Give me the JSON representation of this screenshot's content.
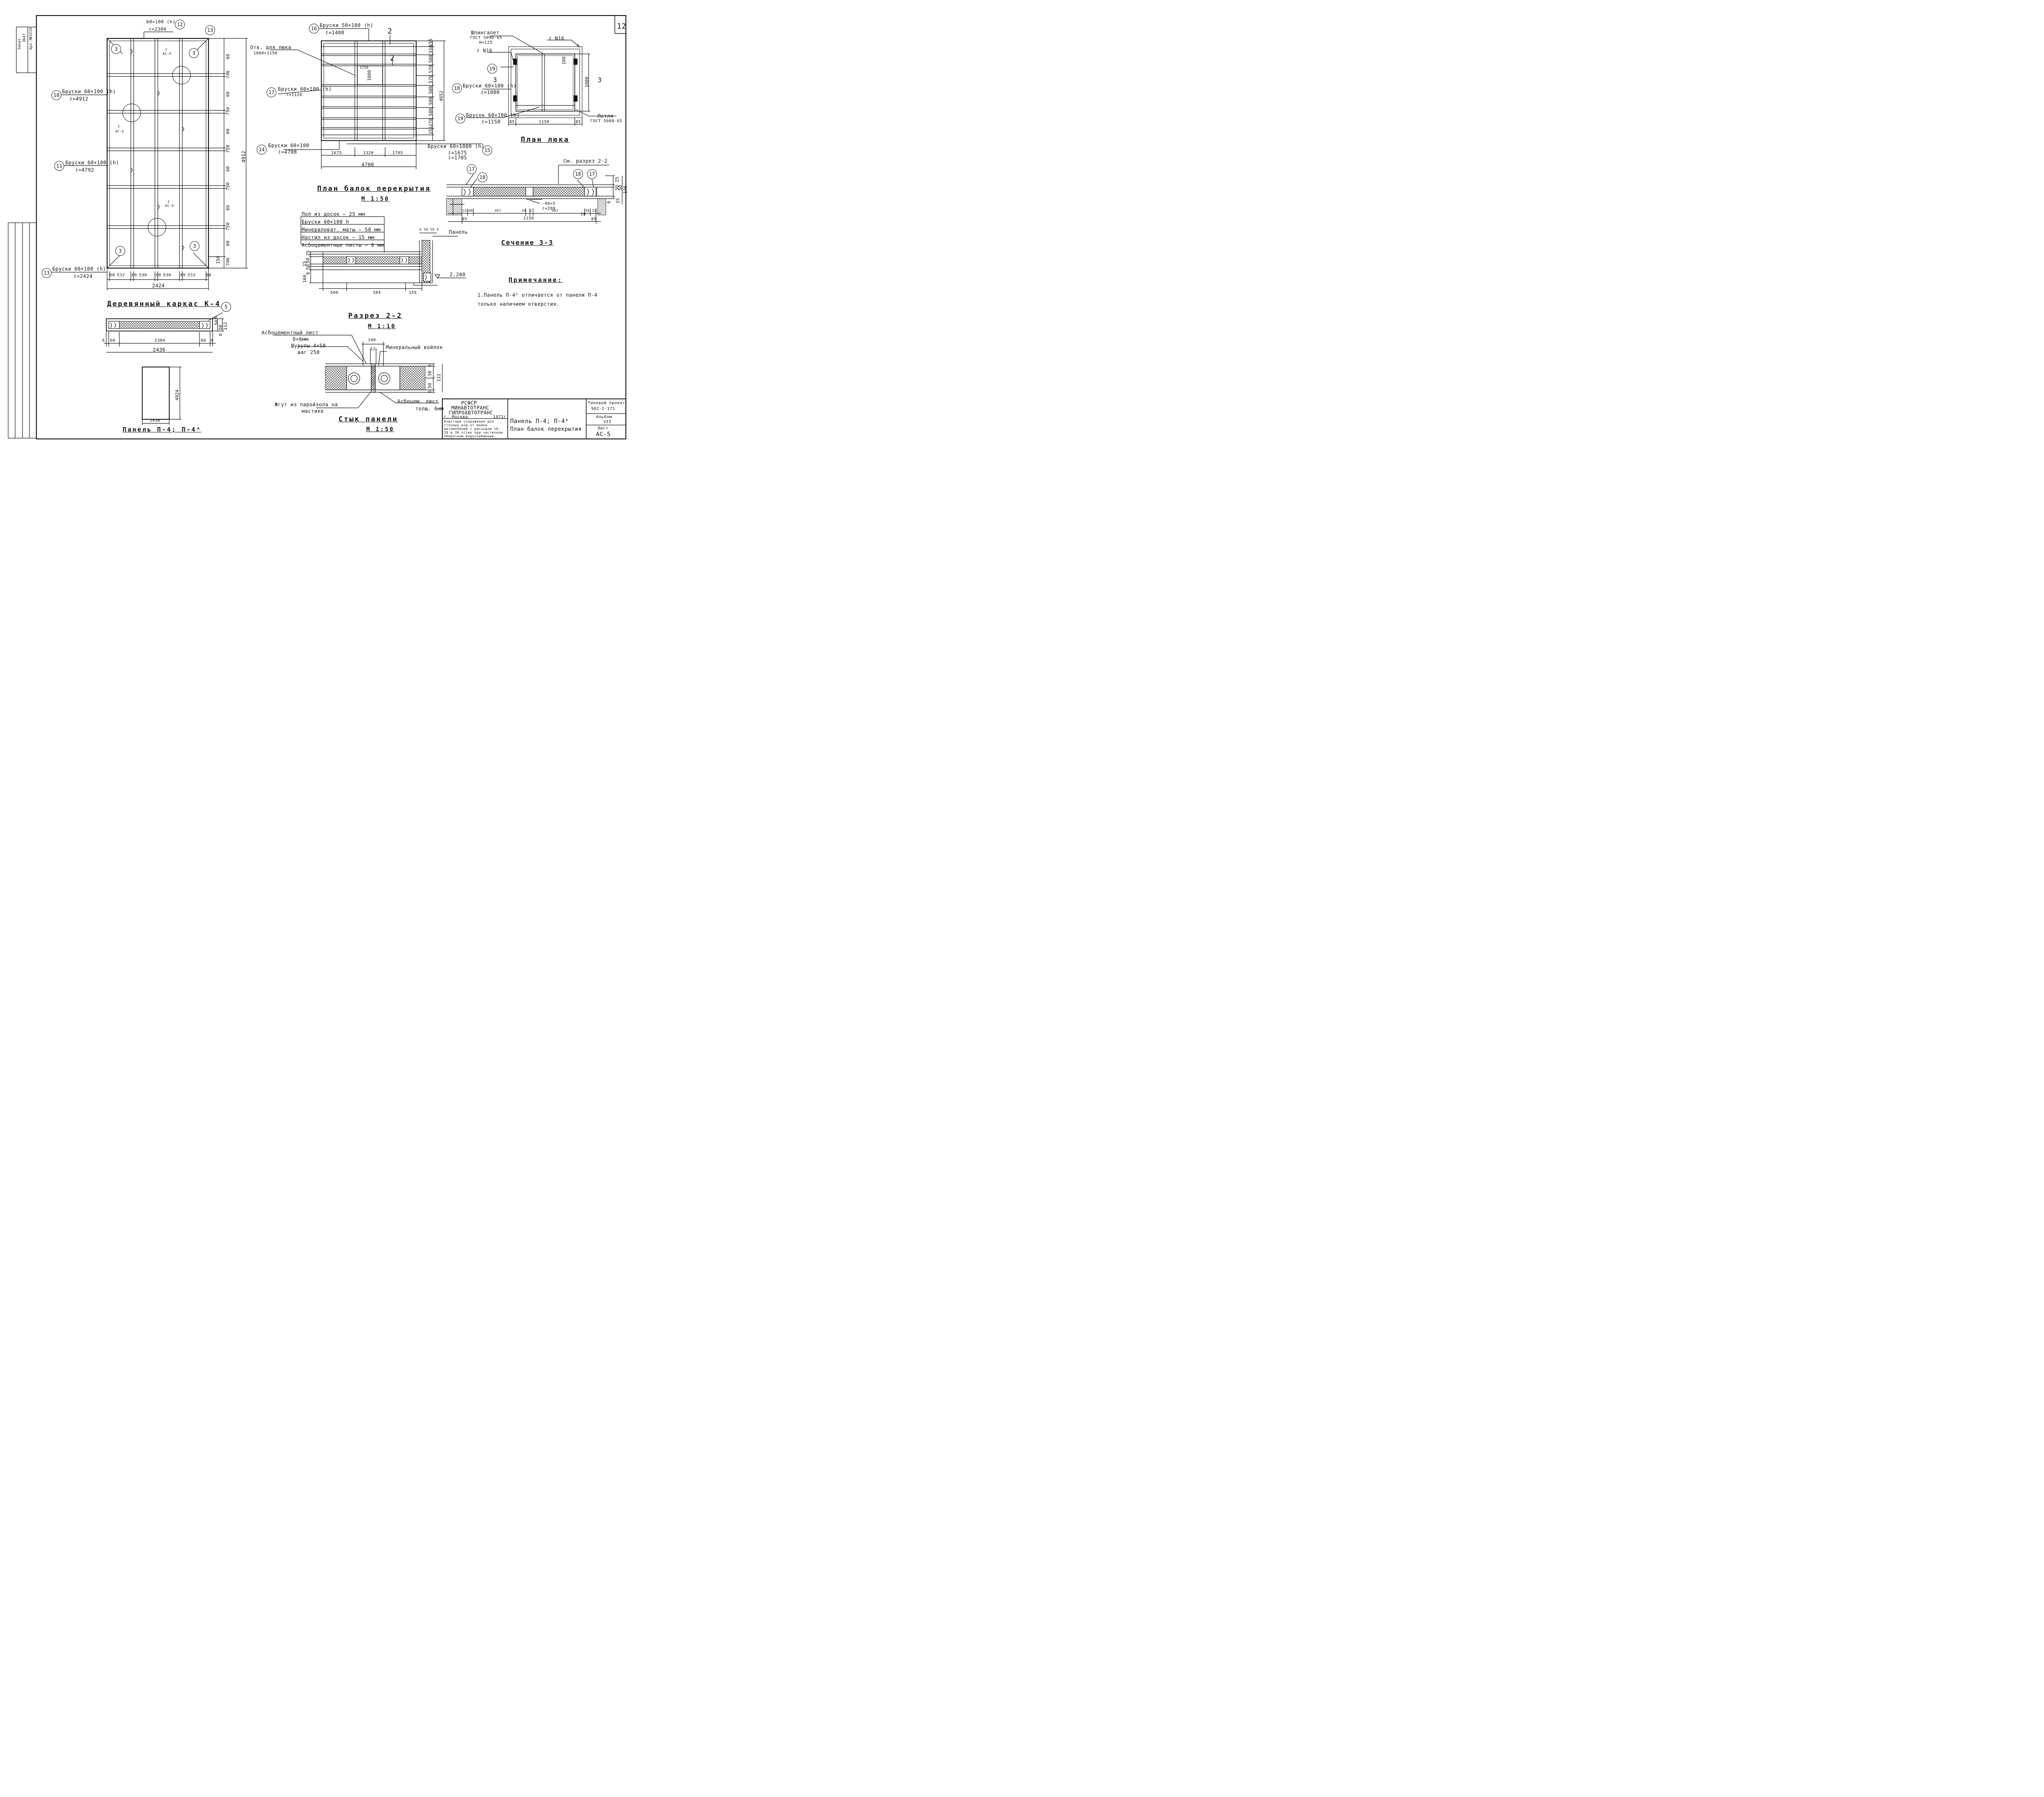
{
  "sheet": {
    "number": "12"
  },
  "side_stamps": {
    "order": "Заказ",
    "order_no": "3647",
    "arch": "Арх. N",
    "arch_no": "3-3210"
  },
  "frame_plan": {
    "title": "Деревянный каркас К-4",
    "labels": {
      "top_bar_size": "60×100 (h)",
      "top_bar_len": "ℓ=2304",
      "top_bar_ref": "12",
      "b10_name": "Бруски 60×100 (h)",
      "b10_len": "ℓ=4912",
      "b10_ref": "10",
      "b11_name": "Бруски 60×100 (h)",
      "b11_len": "ℓ=4792",
      "b11_ref": "11",
      "b13_name": "Бруски 60×100 (h)",
      "b13_len": "ℓ=2424",
      "b13_ref": "13",
      "corner": "3",
      "detail_num": "2",
      "detail_sheet": "АС-6"
    },
    "right_dims": [
      "60",
      "746",
      "60",
      "750",
      "60",
      "750",
      "60",
      "750",
      "60",
      "750",
      "60",
      "746",
      "150"
    ],
    "overall_height": "4912",
    "bottom_dims": [
      "60",
      "532",
      "60",
      "530",
      "60",
      "530",
      "60",
      "532",
      "60"
    ],
    "overall_width": "2424"
  },
  "panel_section": {
    "ref": "5",
    "dims": [
      "6",
      "60",
      "2304",
      "60",
      "6"
    ],
    "overall": "2436",
    "height_dims": [
      "6",
      "50",
      "50",
      "6"
    ],
    "total_h": "112"
  },
  "panel_outline": {
    "title": "Панель П-4; П-4ᴬ",
    "width": "2436",
    "height": "4924"
  },
  "beam_plan": {
    "title": "План балок перекрытия",
    "scale": "М 1:50",
    "b16_name": "Бруски 50×100 (h)",
    "b16_len": "ℓ=1400",
    "b16_ref": "16",
    "hatch_name": "Отв. для люка",
    "hatch_size": "1000×1150",
    "hatch_w": "1150",
    "hatch_h": "1000",
    "b17_name": "Бруски 60×100 (h)",
    "b17_len": "ℓ=1120",
    "b17_ref": "17",
    "b14_name": "Бруски 60×100",
    "b14_len": "ℓ=4708",
    "b14_ref": "14",
    "b15_name": "Бруски 60×1000 (h)",
    "b15_len1": "ℓ=1675",
    "b15_len2": "ℓ=1705",
    "b15_ref": "15",
    "cut": "2",
    "right_dims": [
      "155",
      "334",
      "500",
      "570",
      "570",
      "500",
      "500",
      "500",
      "278",
      "155"
    ],
    "overall_height": "4652",
    "bottom_dims": [
      "1675",
      "1320",
      "1705"
    ],
    "overall_width": "4700"
  },
  "hatch_plan": {
    "title": "План люка",
    "bolt_name": "Шпингалет",
    "bolt_std": "ГОСТ 5090-65",
    "bolt_h": "H=125",
    "bolt_ref1": "ℓ N16",
    "bolt_ref2": "ℓ N16",
    "b18_name": "Бруски 60×100 (h)",
    "b18_len": "ℓ=1000",
    "b18_ref": "18",
    "b19_name": "Брусок 60×100 (h)",
    "b19_len": "ℓ=1150",
    "b19_ref": "19",
    "hinge_name": "Петля",
    "hinge_std": "ГОСТ 5088-65",
    "height": "1000",
    "inner_100": "100",
    "cut": "3",
    "bottom_dims": [
      "85",
      "1150",
      "85"
    ]
  },
  "section_33": {
    "title": "Сечение 3-3",
    "see_ref": "См. разрез 2-2",
    "refs": [
      "17",
      "18",
      "18",
      "17"
    ],
    "bar": "-40×5",
    "bar_len": "ℓ=200",
    "dims_top": [
      "15",
      "60",
      "467",
      "34",
      "2",
      "467",
      "60",
      "15"
    ],
    "dims_bot": [
      "85",
      "1150",
      "10",
      "85"
    ],
    "right_dims": [
      "25",
      "50",
      "50",
      "146",
      "6",
      "15"
    ]
  },
  "cut_22": {
    "title": "Разрез 2-2",
    "scale": "М 1:10",
    "layers": [
      "Пол из досок — 25 мм",
      "Бруски 60×100 h",
      "Минераловат. маты — 50 мм",
      "Настил из досок — 15 мм",
      "Асбоцементные листы — 6 мм"
    ],
    "panel_label": "Панель",
    "top_dims": "6 50 50 6",
    "left_dims": [
      "25",
      "50",
      "50",
      "15",
      "6",
      "160"
    ],
    "elev": "2.200",
    "bottom_dims": [
      "500",
      "384",
      "155"
    ]
  },
  "joint": {
    "title": "Стык панели",
    "scale": "М 1:50",
    "sheet_label": "Асбоцементный лист",
    "sheet_thk": "δ=6мм",
    "screw": "Шурупы 4×50",
    "screw_step": "шаг 250",
    "felt": "Минеральный войлок",
    "dim_100": "100",
    "dim_12": "12",
    "cord1": "Жгут из паройзола на",
    "cord2": "мастике",
    "asb1": "Асбоцем. лист",
    "asb2": "толщ. 6мм",
    "right_dims": [
      "6",
      "50",
      "50",
      "6"
    ],
    "total": "112"
  },
  "note": {
    "title": "Примечание:",
    "text1": "1.Панель П-4ᴬ отличается от панели П-4",
    "text2": "только наличием отверстия."
  },
  "title_block": {
    "org1": "РСФСР",
    "org2": "МИНАВТОТРАНС",
    "org3": "ГИПРОАВТОТРАНС",
    "city": "г. Москва",
    "year": "1971г",
    "desc1": "Очистные сооружения для",
    "desc2": "сточных вод от мойки",
    "desc3": "автомобилей с расходом 10,",
    "desc4": "20 и 30 л/сек при частичном",
    "desc5": "оборотном водоснабжении.",
    "sheet_title1": "Панель П-4; П-4ᴬ",
    "sheet_title2": "План балок перекрытия",
    "proj_label": "Типовой проект",
    "proj_no": "902-2-171",
    "album_label": "Альбом",
    "album_no": "VII",
    "list_label": "Лист",
    "list_no": "АС-5"
  }
}
